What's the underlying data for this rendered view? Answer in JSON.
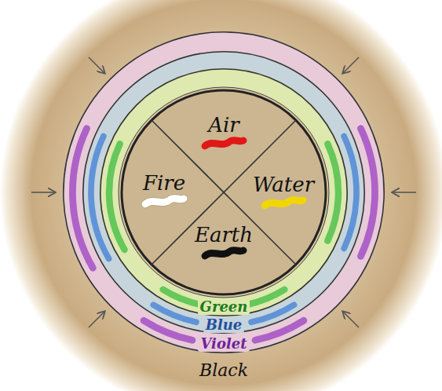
{
  "diagram": {
    "nodes": [
      {
        "text": [
          "Violet"
        ]
      },
      {
        "text": [
          "Blue"
        ],
        "in": 0
      },
      {
        "text": [
          "Green"
        ],
        "in": 1
      },
      {
        "text": [
          "Air"
        ],
        "in": 2
      },
      {
        "text": [
          "Fire"
        ],
        "in": 2
      },
      {
        "text": [
          "Water"
        ],
        "in": 2
      },
      {
        "text": [
          "Earth"
        ],
        "in": 2
      }
    ],
    "labels": [
      "Black"
    ]
  }
}
